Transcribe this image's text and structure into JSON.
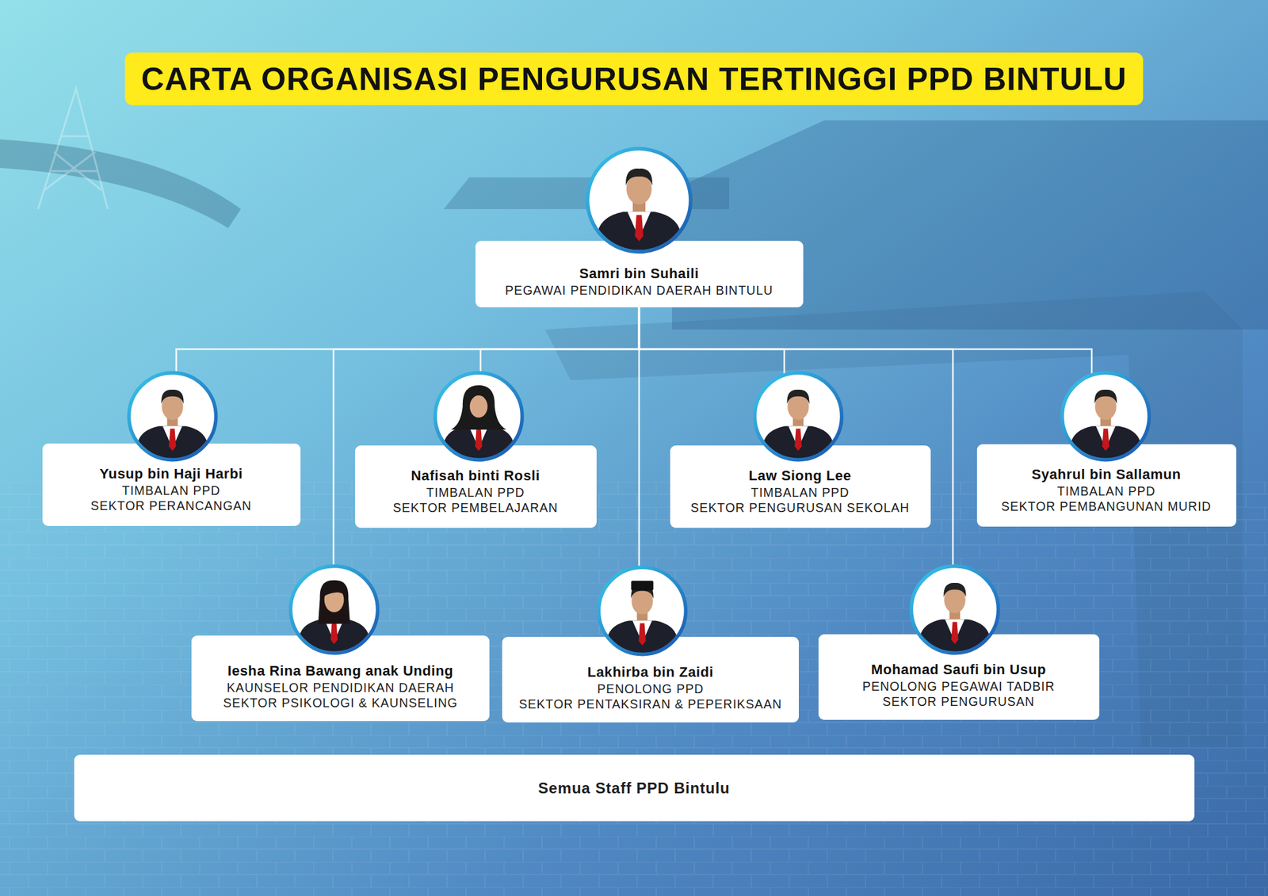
{
  "diagram": {
    "title": "CARTA ORGANISASI PENGURUSAN TERTINGGI PPD BINTULU",
    "nodes": [
      {
        "text": [
          "Samri bin Suhaili",
          "PEGAWAI PENDIDIKAN DAERAH BINTULU"
        ]
      },
      {
        "text": [
          "Yusup bin Haji Harbi",
          "TIMBALAN PPD",
          "SEKTOR PERANCANGAN"
        ]
      },
      {
        "text": [
          "Nafisah binti Rosli",
          "TIMBALAN PPD",
          "SEKTOR PEMBELAJARAN"
        ]
      },
      {
        "text": [
          "Law Siong Lee",
          "TIMBALAN PPD",
          "SEKTOR PENGURUSAN SEKOLAH"
        ]
      },
      {
        "text": [
          "Syahrul bin Sallamun",
          "TIMBALAN PPD",
          "SEKTOR PEMBANGUNAN MURID"
        ]
      },
      {
        "text": [
          "Iesha Rina Bawang anak Unding",
          "KAUNSELOR PENDIDIKAN DAERAH",
          "SEKTOR PSIKOLOGI & KAUNSELING"
        ]
      },
      {
        "text": [
          "Lakhirba bin Zaidi",
          "PENOLONG PPD",
          "SEKTOR PENTAKSIRAN & PEPERIKSAAN"
        ]
      },
      {
        "text": [
          "Mohamad Saufi bin Usup",
          "PENOLONG PEGAWAI TADBIR",
          "SEKTOR PENGURUSAN"
        ]
      },
      {
        "text": [
          "Semua Staff PPD Bintulu"
        ]
      }
    ],
    "edges": [
      {
        "from": 0,
        "to": 1,
        "arrow": "none"
      },
      {
        "from": 0,
        "to": 2,
        "arrow": "none"
      },
      {
        "from": 0,
        "to": 3,
        "arrow": "none"
      },
      {
        "from": 0,
        "to": 4,
        "arrow": "none"
      },
      {
        "from": 0,
        "to": 5,
        "arrow": "none"
      },
      {
        "from": 0,
        "to": 6,
        "arrow": "none"
      },
      {
        "from": 0,
        "to": 7,
        "arrow": "none"
      }
    ]
  }
}
